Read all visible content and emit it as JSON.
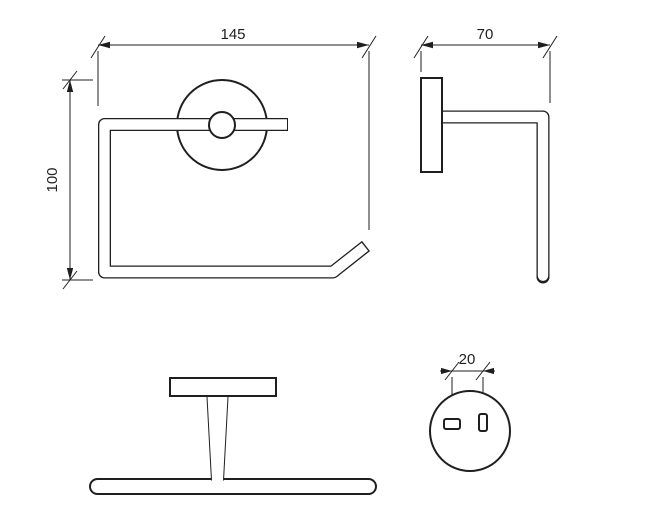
{
  "drawing": {
    "front": {
      "width_label": "145",
      "height_label": "100"
    },
    "side": {
      "depth_label": "70"
    },
    "mounting": {
      "hole_spacing_label": "20"
    }
  }
}
